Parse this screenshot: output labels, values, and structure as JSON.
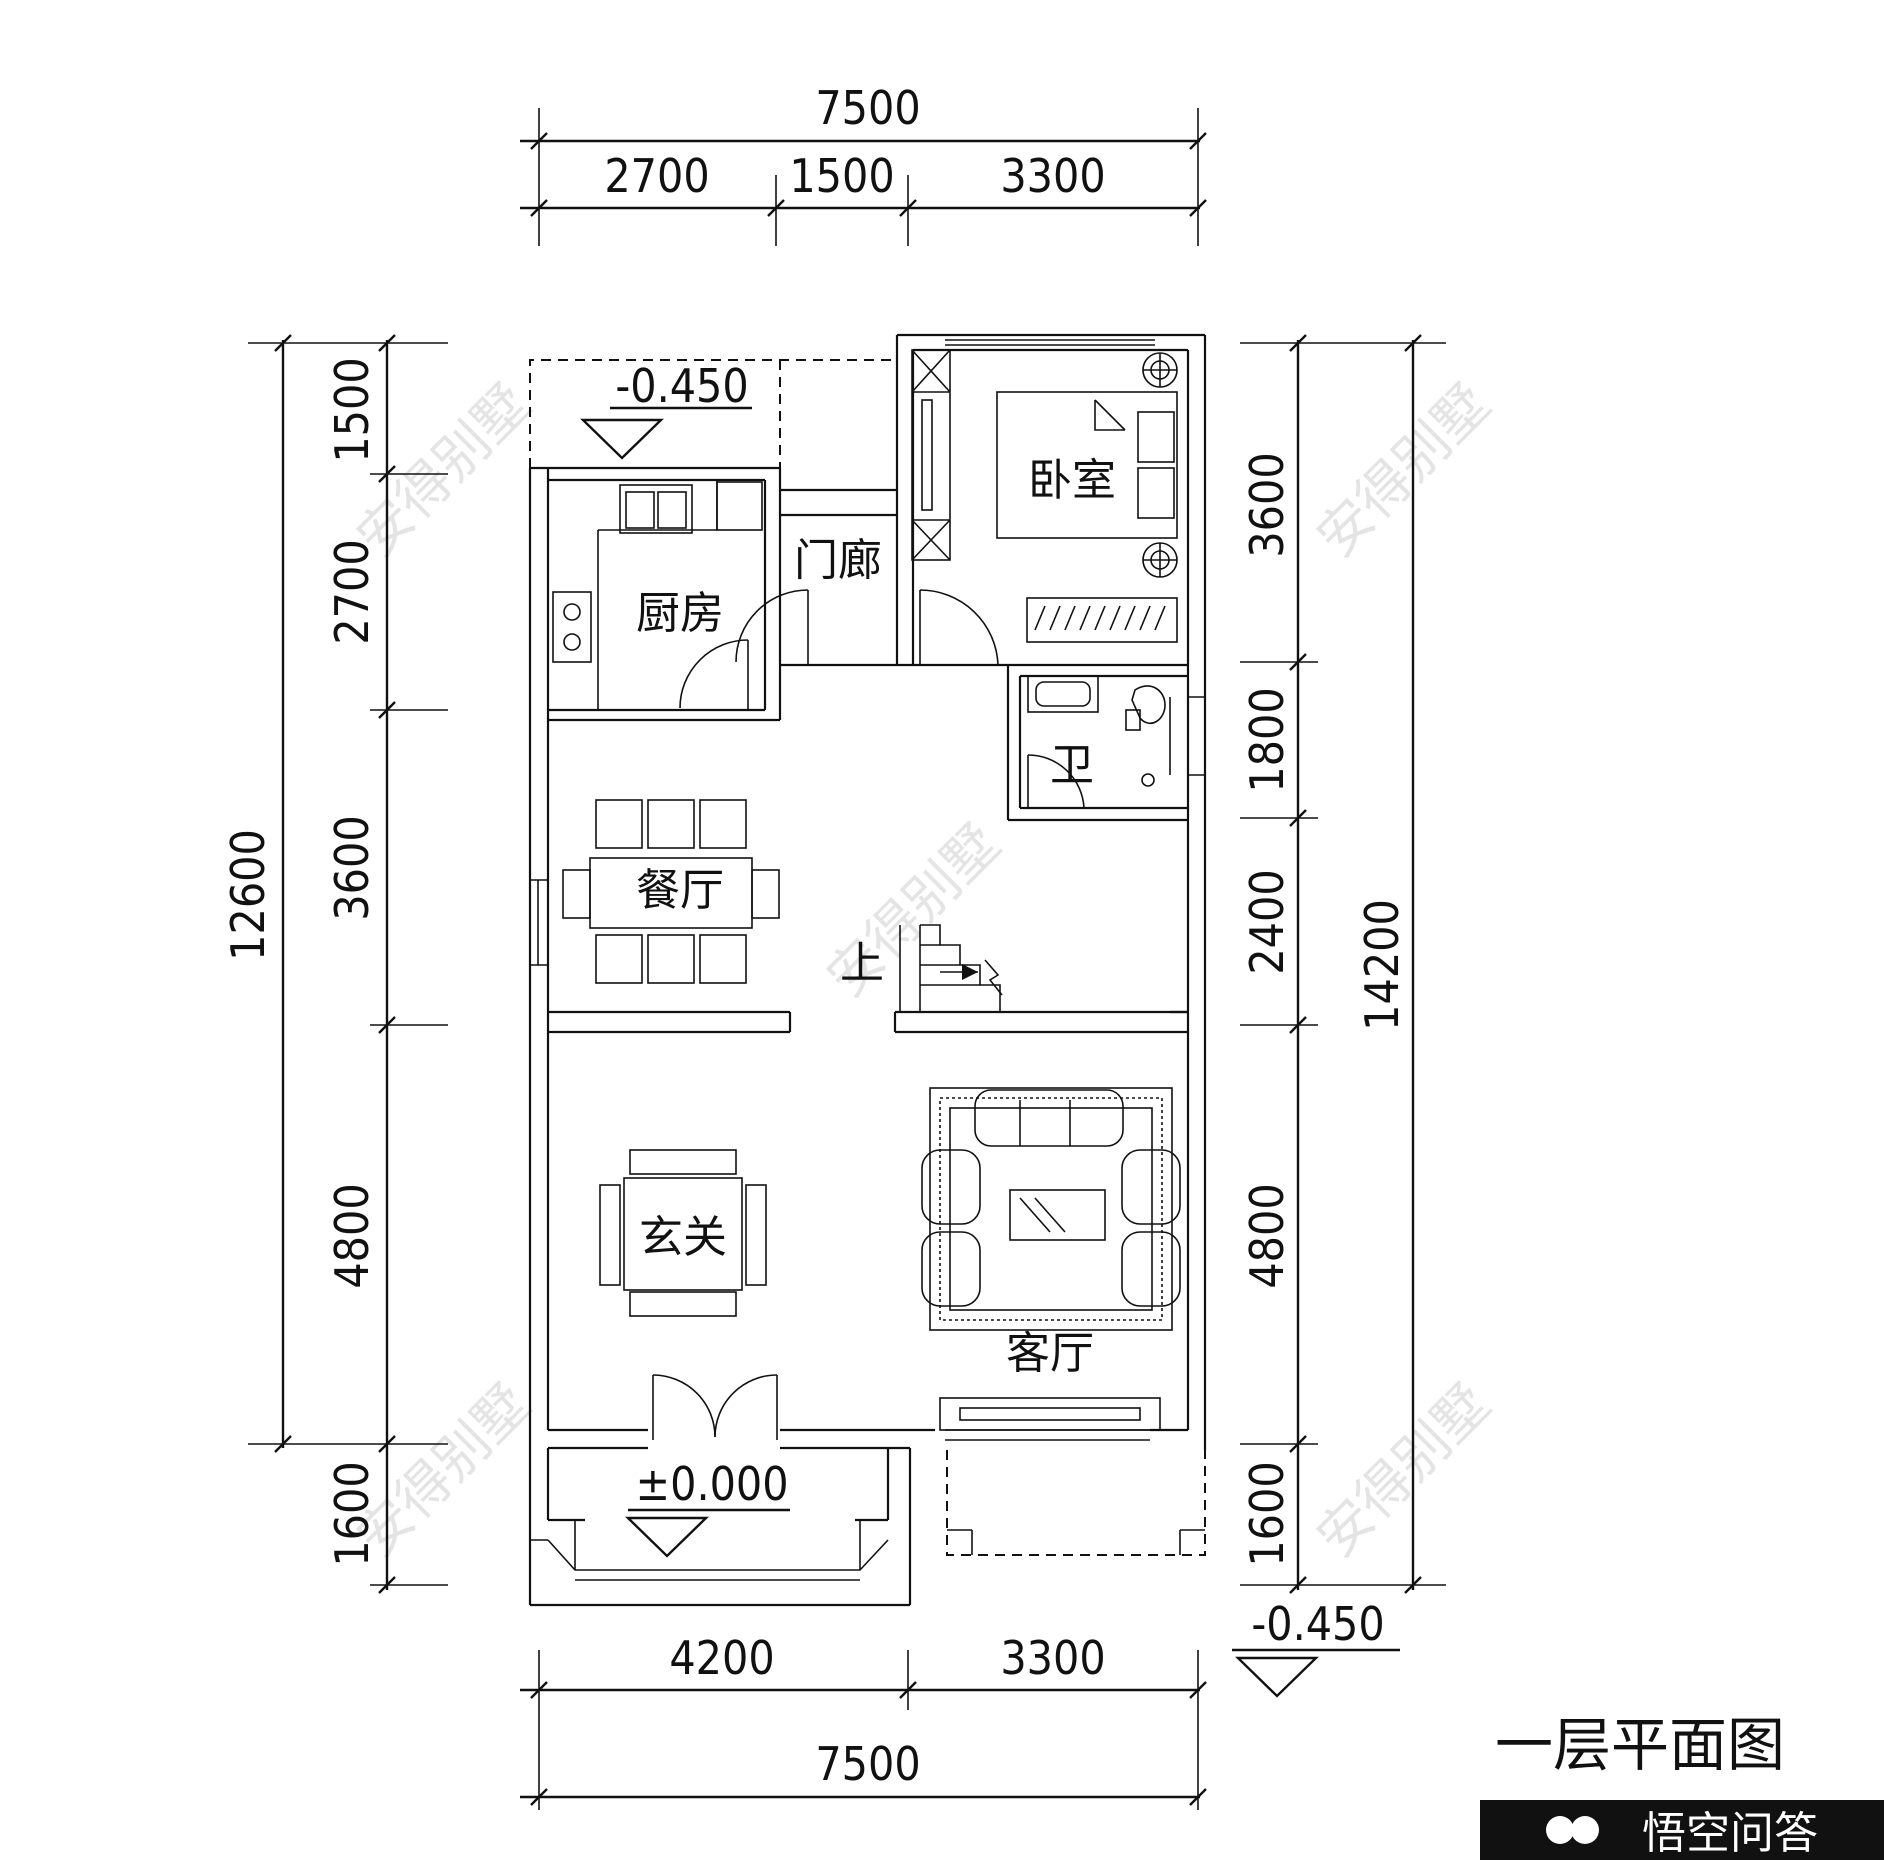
{
  "title": "一层平面图",
  "watermark": "安得别墅",
  "logo_text": "悟空问答",
  "dimensions": {
    "top_total": "7500",
    "top_segments": [
      "2700",
      "1500",
      "3300"
    ],
    "bottom_segments": [
      "4200",
      "3300"
    ],
    "bottom_total": "7500",
    "left_total": "12600",
    "left_segments": [
      "1500",
      "2700",
      "3600",
      "4800",
      "1600"
    ],
    "right_segments": [
      "3600",
      "1800",
      "2400",
      "4800",
      "1600"
    ],
    "right_total": "14200"
  },
  "elevations": {
    "top_left": "-0.450",
    "entrance": "±0.000",
    "bottom_right": "-0.450"
  },
  "rooms": {
    "bedroom": "卧室",
    "porch": "门廊",
    "kitchen": "厨房",
    "bathroom": "卫",
    "dining": "餐厅",
    "stair_up": "上",
    "foyer": "玄关",
    "living": "客厅"
  },
  "colors": {
    "ink": "#111111",
    "background": "#ffffff"
  }
}
